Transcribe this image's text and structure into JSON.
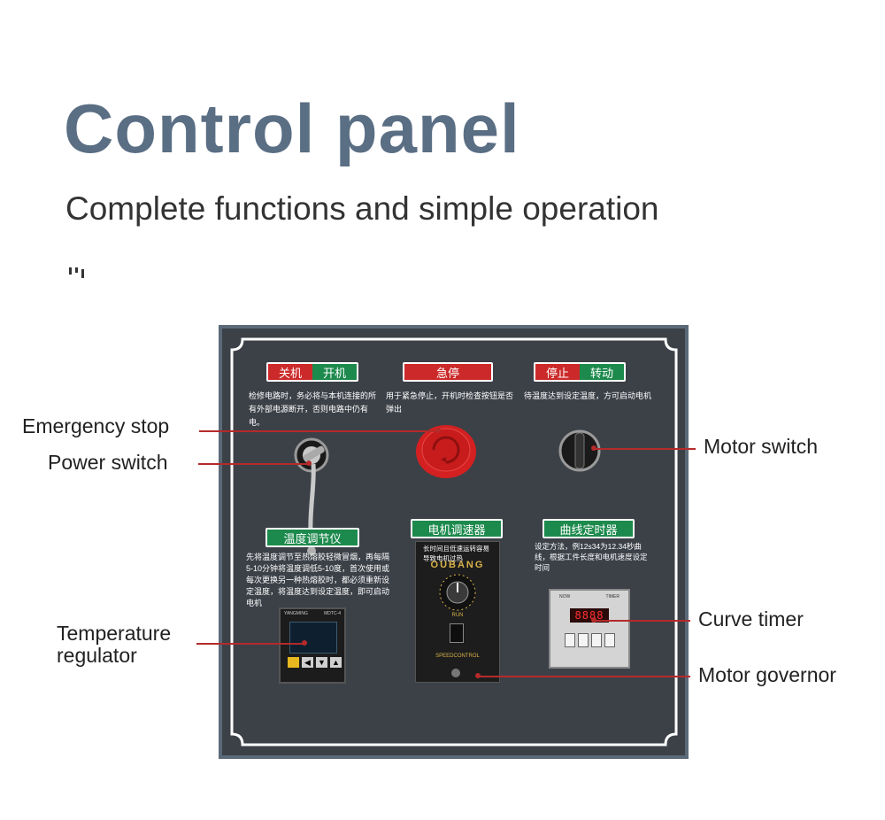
{
  "header": {
    "title": "Control panel",
    "subtitle": "Complete functions and simple operation"
  },
  "panel": {
    "power": {
      "off_label": "关机",
      "on_label": "开机",
      "description": "检修电路时，务必将与本机连接的所有外部电源断开，否则电路中仍有电。"
    },
    "estop": {
      "label": "急停",
      "description": "用于紧急停止，开机时检查按钮是否弹出"
    },
    "motor": {
      "stop_label": "停止",
      "run_label": "转动",
      "description": "待温度达到设定温度，方可启动电机"
    },
    "temperature": {
      "label": "温度调节仪",
      "description": "先将温度调节至热熔胶轻微冒烟，再每隔5-10分钟将温度调低5-10度，首次使用或每次更换另一种热熔胶时，都必须重新设定温度，将温度达到设定温度，即可启动电机",
      "device_brand": "YANGMING",
      "device_model": "MDTC-4"
    },
    "governor": {
      "label": "电机调速器",
      "description": "长时间且低速运转容易导致电机过热",
      "brand": "OUBANG",
      "footer": "SPEEDCONTROL",
      "run_text": "RUN"
    },
    "timer": {
      "label": "曲线定时器",
      "description": "设定方法，例12s34为12.34秒曲线，根据工件长度和电机速度设定时间",
      "device_left": "NOW",
      "device_right": "TIMER",
      "display": "8888"
    }
  },
  "callouts": {
    "emergency_stop": "Emergency stop",
    "power_switch": "Power switch",
    "motor_switch": "Motor switch",
    "temperature_regulator_line1": "Temperature",
    "temperature_regulator_line2": "regulator",
    "curve_timer": "Curve timer",
    "motor_governor": "Motor governor"
  },
  "colors": {
    "title": "#5a6e84",
    "panel": "#3c4148",
    "accent_red": "#cc2a2a",
    "accent_green": "#1d8a4d",
    "leader_line": "#b52a2a"
  }
}
